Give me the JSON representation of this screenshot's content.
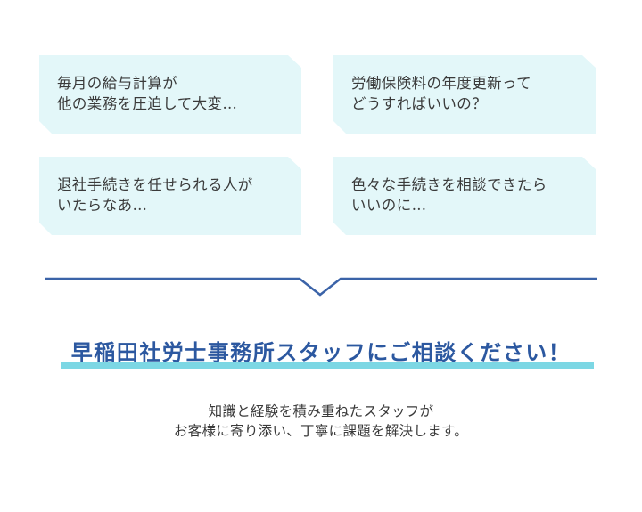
{
  "concerns": [
    {
      "lines": [
        "毎月の給与計算が",
        "他の業務を圧迫して大変…"
      ]
    },
    {
      "lines": [
        "労働保険料の年度更新って",
        "どうすればいいの？"
      ]
    },
    {
      "lines": [
        "退社手続きを任せられる人が",
        "いたらなあ…"
      ]
    },
    {
      "lines": [
        "色々な手続きを相談できたら",
        "いいのに…"
      ]
    }
  ],
  "headline": {
    "text": "早稲田社労士事務所スタッフにご相談ください！",
    "color": "#2c58a0",
    "underline_color": "#7cd7e4"
  },
  "description": {
    "lines": [
      "知識と経験を積み重ねたスタッフが",
      "お客様に寄り添い、丁寧に課題を解決します。"
    ]
  },
  "colors": {
    "card_background": "#e3f7f9",
    "divider": "#3b63a8"
  }
}
